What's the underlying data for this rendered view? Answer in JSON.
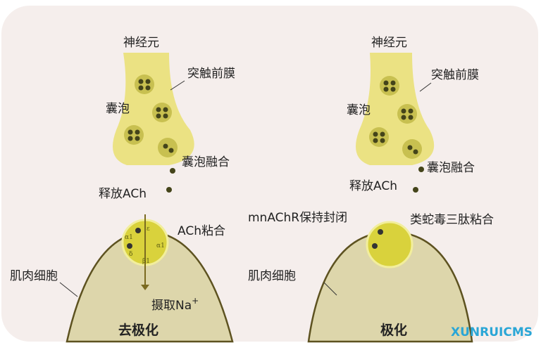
{
  "left": {
    "neuron": "神经元",
    "presynaptic": "突触前膜",
    "vesicle": "囊泡",
    "fusion": "囊泡融合",
    "release": "释放ACh",
    "binding": "ACh粘合",
    "muscle": "肌肉细胞",
    "uptake": "摄取Na",
    "uptake_sup": "+",
    "state": "去极化"
  },
  "right": {
    "neuron": "神经元",
    "presynaptic": "突触前膜",
    "vesicle": "囊泡",
    "fusion": "囊泡融合",
    "release": "释放ACh",
    "closed": "mnAChR保持封闭",
    "binding": "类蛇毒三肽粘合",
    "muscle": "肌肉细胞",
    "state": "极化"
  },
  "subunits": [
    "ε",
    "α1",
    "α1",
    "β1",
    "δ"
  ],
  "watermark": "XUNRUICMS",
  "colors": {
    "panel": "#f5eeec",
    "neuron": "#ebe283",
    "muscle": "#ddd6ab",
    "outline": "#5d5220",
    "receptor": "#d9d23c",
    "watermark": "#2aa6d6"
  }
}
